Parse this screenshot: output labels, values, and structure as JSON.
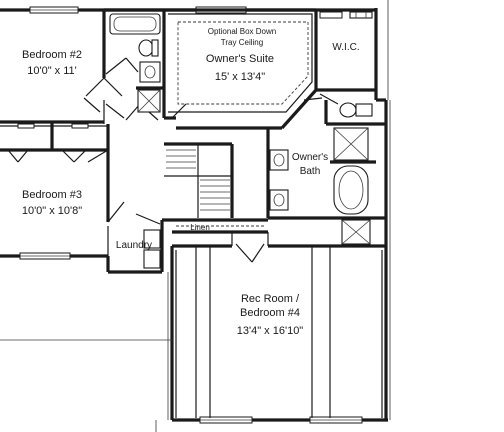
{
  "rooms": {
    "bedroom2": {
      "name": "Bedroom #2",
      "size": "10'0\" x 11'"
    },
    "bedroom3": {
      "name": "Bedroom #3",
      "size": "10'0\" x 10'8\""
    },
    "owners_suite": {
      "note_line1": "Optional Box Down",
      "note_line2": "Tray Ceiling",
      "name": "Owner's Suite",
      "size": "15' x 13'4\""
    },
    "wic": {
      "name": "W.I.C."
    },
    "owners_bath": {
      "line1": "Owner's",
      "line2": "Bath"
    },
    "laundry": {
      "name": "Laundry"
    },
    "linen": {
      "name": "Linen"
    },
    "rec_room": {
      "line1": "Rec Room /",
      "line2": "Bedroom #4",
      "size": "13'4\" x 16'10\""
    }
  }
}
